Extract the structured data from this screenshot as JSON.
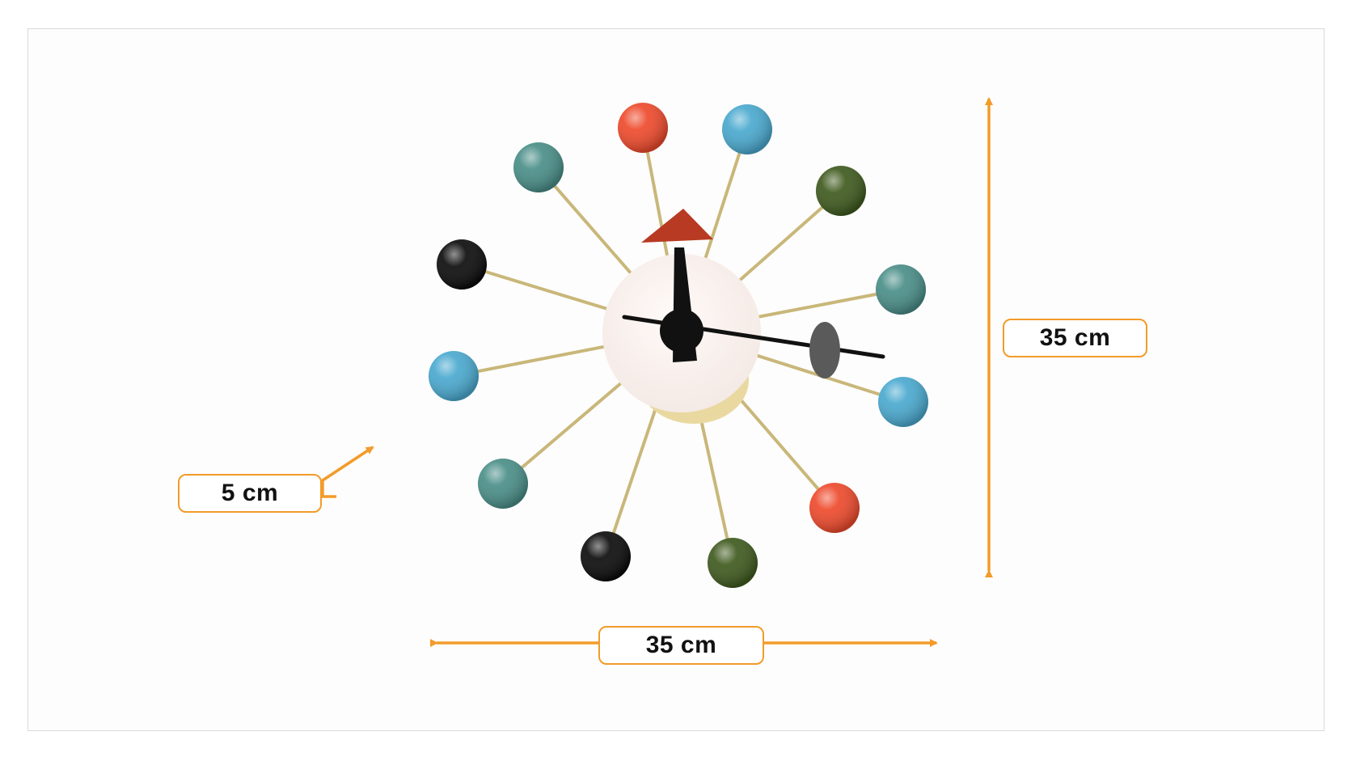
{
  "dimensions": {
    "height_label": "35 cm",
    "width_label": "35 cm",
    "depth_label": "5 cm"
  },
  "colors": {
    "accent_orange": "#f39b2a",
    "brass": "#c9b77a",
    "ball_orange": "#ee4a2c",
    "ball_light_blue": "#4aa9cf",
    "ball_teal": "#4a8e88",
    "ball_olive": "#3f5a1e",
    "ball_black": "#0c0c0c",
    "hand_black": "#111111",
    "hour_tip_red": "#b83a22",
    "second_disc_gray": "#5a5a5a",
    "dial_white": "#fbf5f2"
  },
  "balls": [
    {
      "name": "ball-12-left",
      "color": "#ee4a2c"
    },
    {
      "name": "ball-12-right",
      "color": "#4aa9cf"
    },
    {
      "name": "ball-1",
      "color": "#3f5a1e"
    },
    {
      "name": "ball-2",
      "color": "#4a8e88"
    },
    {
      "name": "ball-3",
      "color": "#4aa9cf"
    },
    {
      "name": "ball-4",
      "color": "#ee4a2c"
    },
    {
      "name": "ball-5",
      "color": "#3f5a1e"
    },
    {
      "name": "ball-6",
      "color": "#0c0c0c"
    },
    {
      "name": "ball-7",
      "color": "#4a8e88"
    },
    {
      "name": "ball-8",
      "color": "#4aa9cf"
    },
    {
      "name": "ball-9",
      "color": "#0c0c0c"
    },
    {
      "name": "ball-10",
      "color": "#4a8e88"
    }
  ]
}
